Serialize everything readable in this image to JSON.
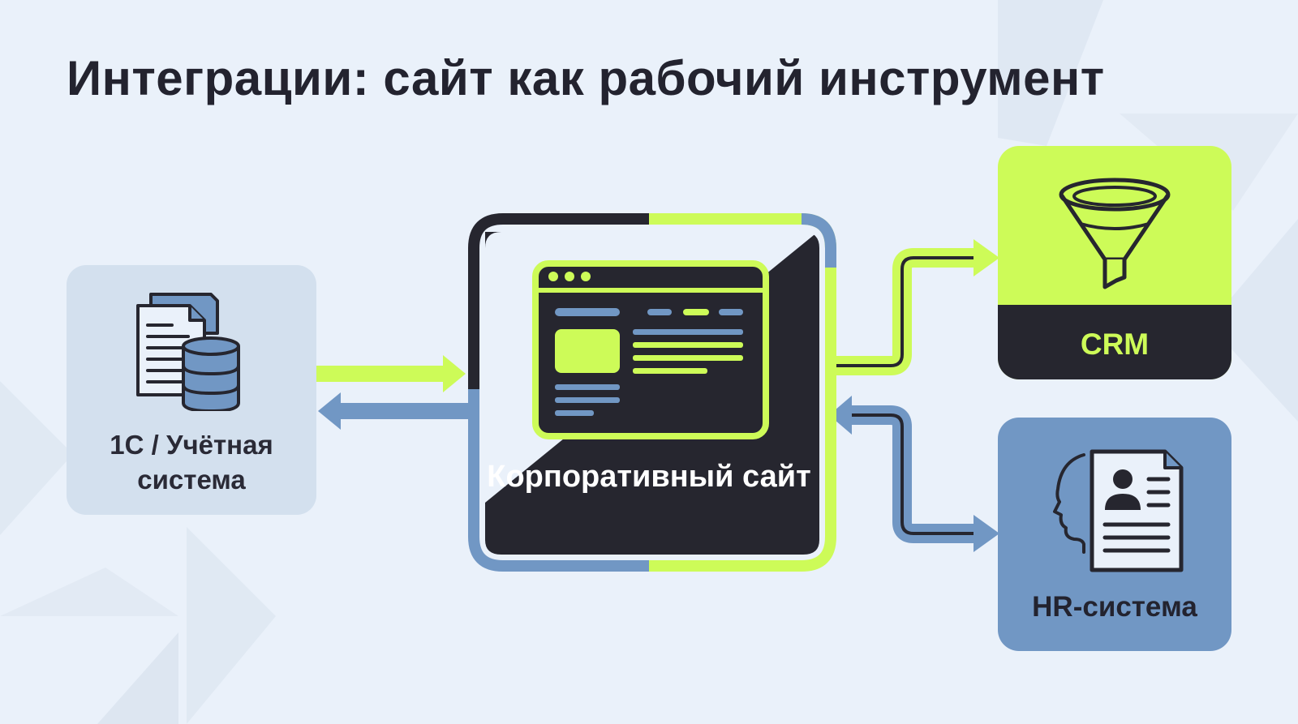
{
  "title": "Интеграции: сайт как рабочий инструмент",
  "nodes": {
    "accounting": {
      "label": "1С / Учётная система",
      "icon": "documents-database-icon"
    },
    "site": {
      "label": "Корпоративный сайт",
      "icon": "browser-window-icon"
    },
    "crm": {
      "label": "CRM",
      "icon": "funnel-icon"
    },
    "hr": {
      "label": "HR-система",
      "icon": "resume-profile-icon"
    }
  },
  "connections": [
    {
      "from": "accounting",
      "to": "site",
      "color": "#cdfb58"
    },
    {
      "from": "site",
      "to": "accounting",
      "color": "#7197c4"
    },
    {
      "from": "site",
      "to": "crm",
      "color": "#cdfb58"
    },
    {
      "from": "site",
      "to": "hr",
      "color": "#7197c4",
      "bidirectional": true
    }
  ],
  "colors": {
    "background": "#eaf1fa",
    "lime": "#cdfb58",
    "blue": "#7197c4",
    "dark": "#26262f",
    "pale_blue": "#d3e0ee"
  }
}
